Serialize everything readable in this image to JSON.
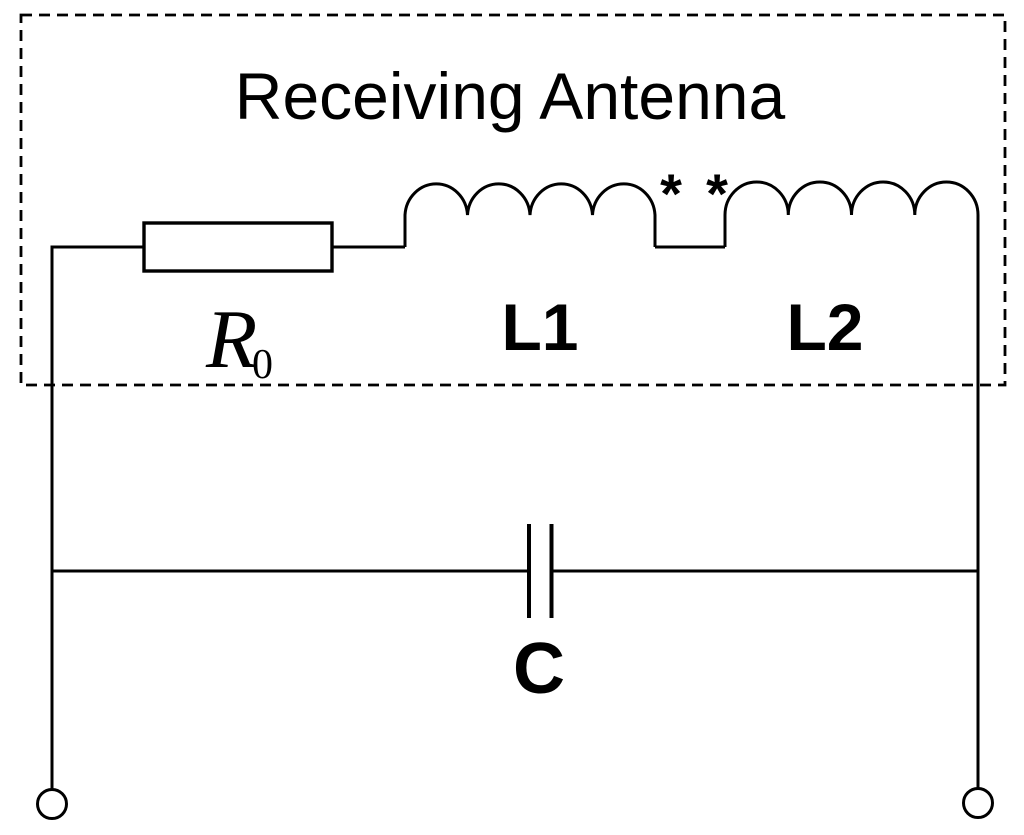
{
  "diagram": {
    "title": "Receiving Antenna",
    "colors": {
      "line": "#000000",
      "background": "#ffffff"
    },
    "components": {
      "resistor": {
        "label_main": "R",
        "label_sub": "0"
      },
      "inductor1": {
        "label": "L1"
      },
      "inductor2": {
        "label": "L2"
      },
      "coupling": {
        "marker_left": "*",
        "marker_right": "*"
      },
      "capacitor": {
        "label": "C"
      }
    }
  }
}
